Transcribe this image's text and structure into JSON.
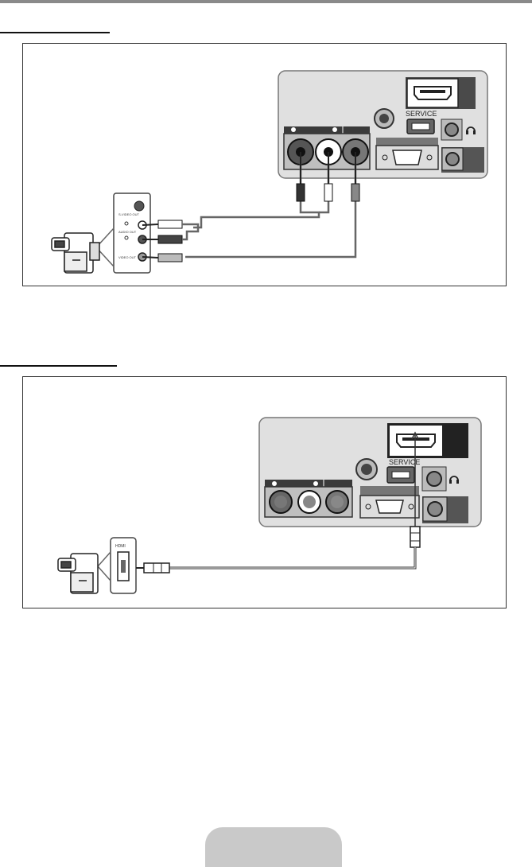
{
  "page": {
    "accent": "#8a8a8a",
    "tab_color": "#c9c9c9"
  },
  "diagram_av": {
    "tv_panel": {
      "service_label": "SERVICE"
    },
    "camcorder_jacks": {
      "svideo_label": "S-VIDEO OUT",
      "audio_label": "AUDIO OUT",
      "video_label": "VIDEO OUT"
    }
  },
  "diagram_hdmi": {
    "tv_panel": {
      "service_label": "SERVICE"
    },
    "camcorder_jacks": {
      "hdmi_label": "HDMI"
    }
  },
  "icons": [
    "camcorder-icon",
    "headphone-icon",
    "hdmi-port-icon",
    "vga-port-icon",
    "rca-jack-icon",
    "hdmi-plug-icon"
  ]
}
